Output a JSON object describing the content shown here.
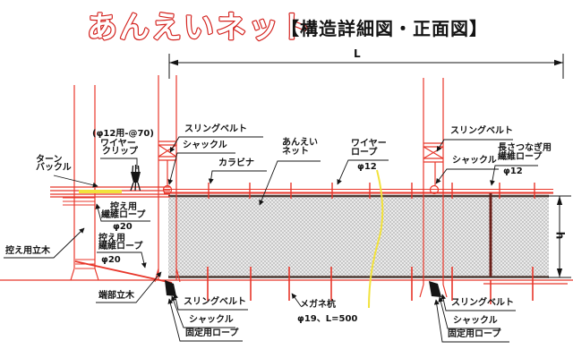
{
  "header": {
    "title": "あんえいネット",
    "subtitle": "【構造詳細図・正面図】"
  },
  "dimensions": {
    "length_label": "L",
    "height_label": "h"
  },
  "labels": {
    "wire_clip_spec": "(φ12用-@70)",
    "wire_clip_line1": "ワイヤー",
    "wire_clip_line2": "クリップ",
    "turnbuckle_line1": "ターン",
    "turnbuckle_line2": "バックル",
    "brace_rope_upper_line1": "控え用",
    "brace_rope_upper_line2": "繊維ロープ",
    "brace_rope_upper_dia": "φ20",
    "brace_tree": "控え用立木",
    "brace_rope_lower_line1": "控え用",
    "brace_rope_lower_line2": "繊維ロープ",
    "brace_rope_lower_dia": "φ20",
    "end_tree": "端部立木",
    "sling_belt_top_left": "スリングベルト",
    "shackle_top_left": "シャックル",
    "carabiner": "カラビナ",
    "net_line1": "あんえい",
    "net_line2": "ネット",
    "wire_rope_line1": "ワイヤー",
    "wire_rope_line2": "ロープ",
    "wire_rope_dia": "φ12",
    "sling_belt_top_right": "スリングベルト",
    "shackle_top_right": "シャックル",
    "length_joint_rope_line1": "長さつなぎ用",
    "length_joint_rope_line2": "繊維ロープ",
    "length_joint_rope_dia": "φ12",
    "sling_belt_bottom_left": "スリングベルト",
    "shackle_bottom_left": "シャックル",
    "fixing_rope_bottom_left": "固定用ロープ",
    "stake_line1": "メガネ杭",
    "stake_line2": "φ19、L=500",
    "sling_belt_bottom_right": "スリングベルト",
    "shackle_bottom_right": "シャックル",
    "fixing_rope_bottom_right": "固定用ロープ"
  },
  "colors": {
    "structure_red": "#e8372b",
    "title_red": "#d42420",
    "joint_rope_dark": "#6b201a",
    "highlight_yellow": "#f2e23c",
    "net_edge_dark": "#4d3a33",
    "text_black": "#141414"
  }
}
